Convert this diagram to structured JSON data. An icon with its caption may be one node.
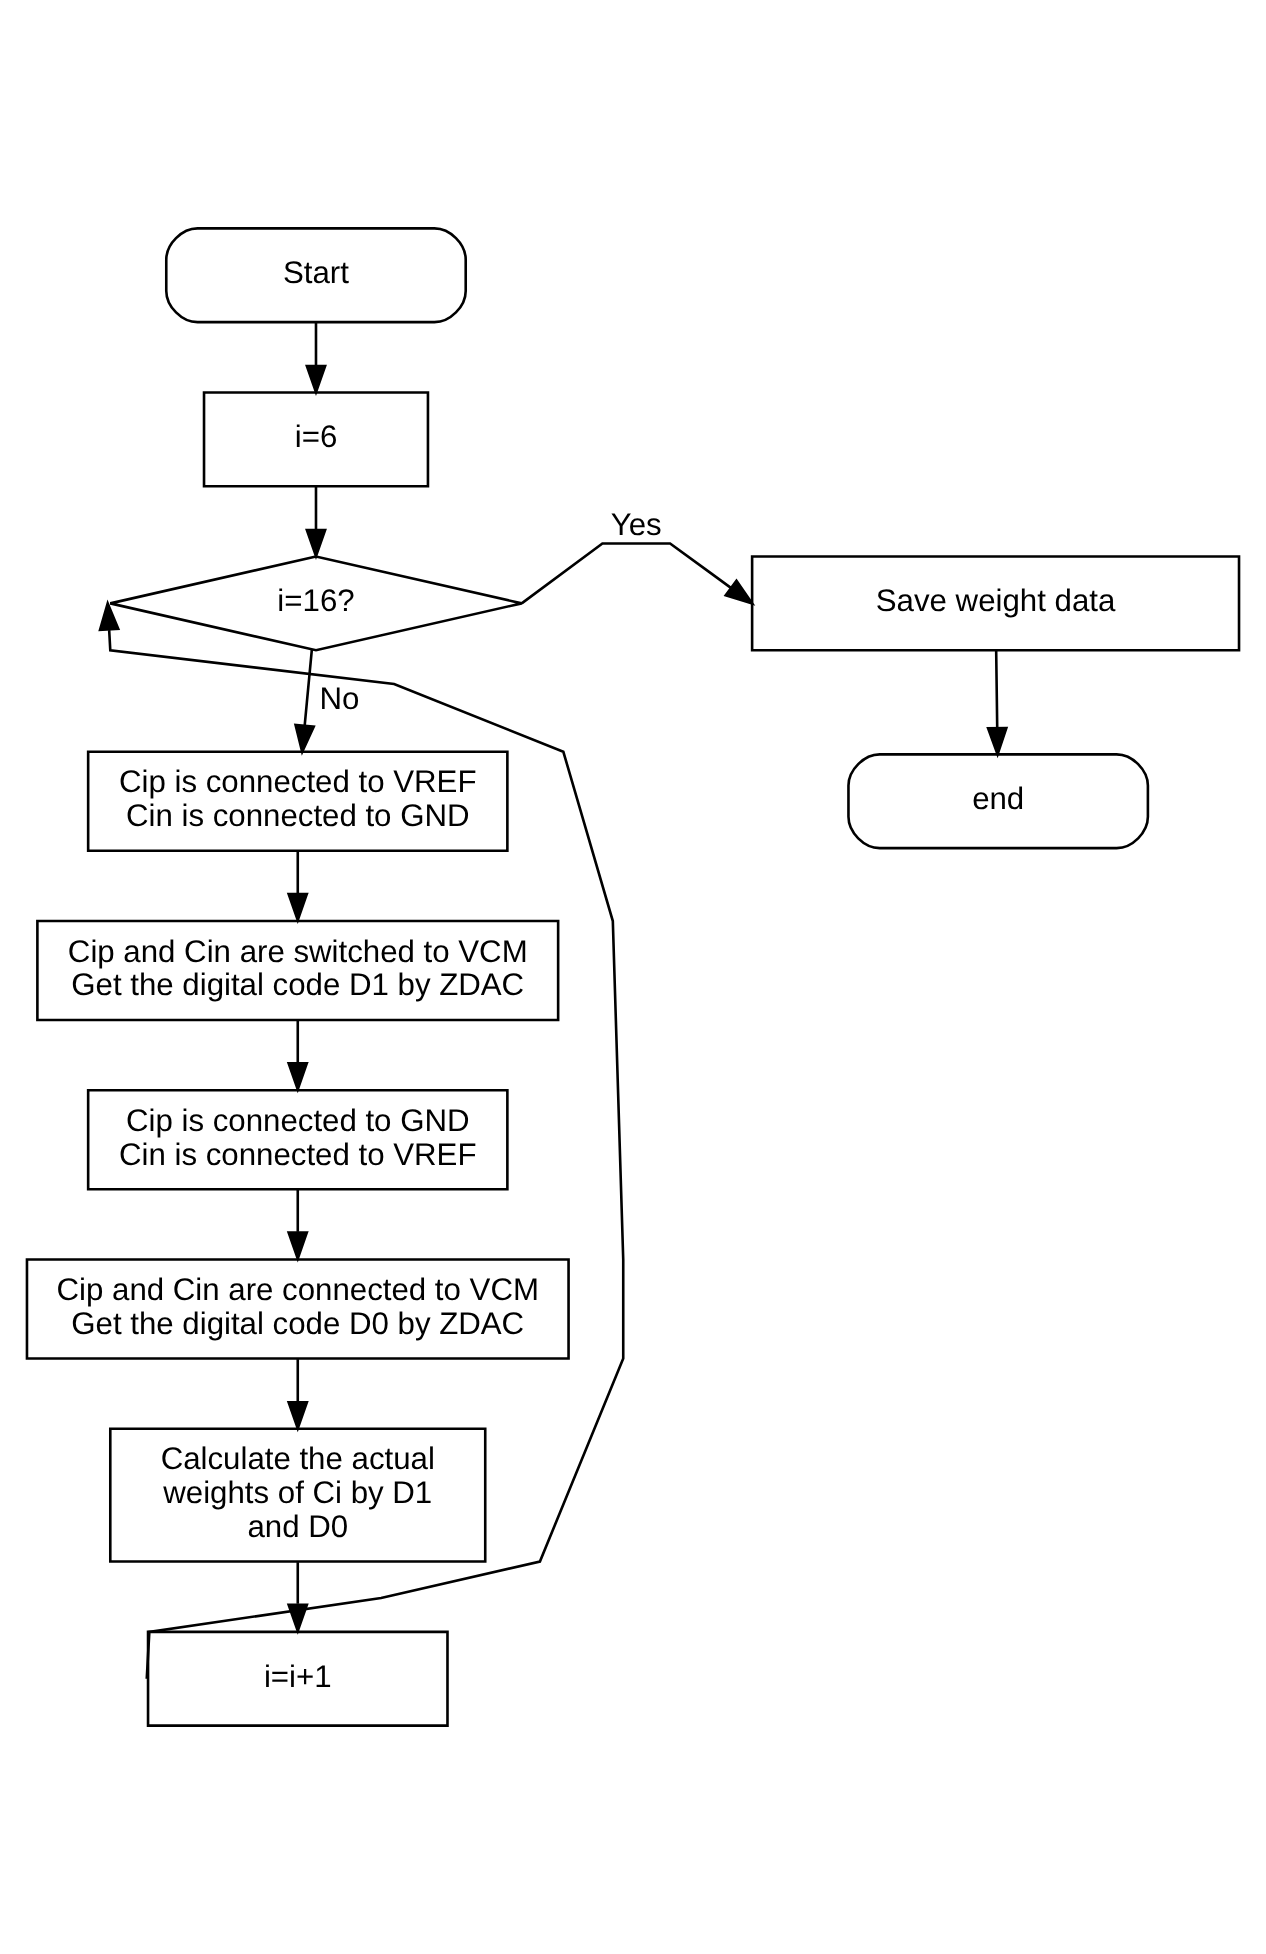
{
  "diagram": {
    "nodes": [
      {
        "text": [
          "Start"
        ]
      },
      {
        "text": [
          "i=6"
        ]
      },
      {
        "text": [
          "i=16?"
        ]
      },
      {
        "text": [
          "Save weight data"
        ]
      },
      {
        "text": [
          "end"
        ]
      },
      {
        "text": [
          "Cip is connected to VREF",
          "Cin is connected to GND"
        ]
      },
      {
        "text": [
          "Cip and Cin are switched to VCM",
          "Get the digital code D1 by ZDAC"
        ]
      },
      {
        "text": [
          "Cip is connected to GND",
          "Cin is connected to VREF"
        ]
      },
      {
        "text": [
          "Cip and Cin are connected to VCM",
          "Get the digital code D0 by ZDAC"
        ]
      },
      {
        "text": [
          "Calculate the actual weights of Ci by D1 and D0"
        ]
      },
      {
        "text": [
          "i=i+1"
        ]
      }
    ],
    "edges": [
      {
        "from": 0,
        "to": 1,
        "arrow": "to"
      },
      {
        "from": 1,
        "to": 2,
        "arrow": "to"
      },
      {
        "from": 2,
        "to": 3,
        "arrow": "to",
        "label": "Yes"
      },
      {
        "from": 3,
        "to": 4,
        "arrow": "to"
      },
      {
        "from": 2,
        "to": 5,
        "arrow": "to",
        "label": "No"
      },
      {
        "from": 5,
        "to": 6,
        "arrow": "to"
      },
      {
        "from": 6,
        "to": 7,
        "arrow": "to"
      },
      {
        "from": 7,
        "to": 8,
        "arrow": "to"
      },
      {
        "from": 8,
        "to": 9,
        "arrow": "to"
      },
      {
        "from": 9,
        "to": 10,
        "arrow": "to"
      },
      {
        "from": 10,
        "to": 2,
        "arrow": "to"
      }
    ]
  }
}
